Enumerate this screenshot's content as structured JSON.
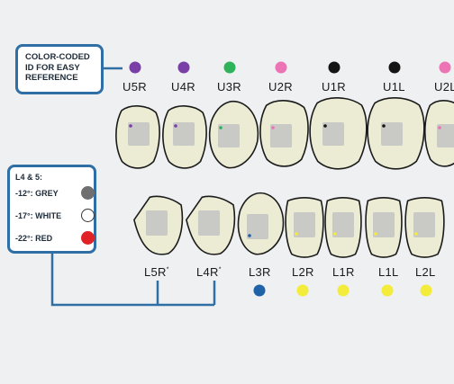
{
  "colors": {
    "purple": "#7a3fa7",
    "green": "#2fb35a",
    "pink": "#ec74b4",
    "black": "#141414",
    "blue": "#1f62a7",
    "yellow": "#f4ec3a",
    "grey": "#6f6f6f",
    "white": "#ffffff",
    "red": "#e02226",
    "line_blue": "#2f6fa6",
    "tooth_fill": "#ecebd3"
  },
  "callout_top": {
    "lines": [
      "COLOR-CODED",
      "ID FOR EASY",
      "REFERENCE"
    ]
  },
  "callout_left": {
    "title": "L4 & 5:",
    "items": [
      {
        "label": "-12°: GREY",
        "color": "#6f6f6f"
      },
      {
        "label": "-17°: WHITE",
        "color": "#ffffff"
      },
      {
        "label": "-22°: RED",
        "color": "#e02226"
      }
    ]
  },
  "upper_teeth": [
    {
      "label": "U5R",
      "dot_color": "#7a3fa7"
    },
    {
      "label": "U4R",
      "dot_color": "#7a3fa7"
    },
    {
      "label": "U3R",
      "dot_color": "#2fb35a"
    },
    {
      "label": "U2R",
      "dot_color": "#ec74b4"
    },
    {
      "label": "U1R",
      "dot_color": "#141414"
    },
    {
      "label": "U1L",
      "dot_color": "#141414"
    },
    {
      "label": "U2L",
      "dot_color": "#ec74b4"
    }
  ],
  "lower_teeth": [
    {
      "label": "L5R",
      "marker": "*",
      "dot_color": null
    },
    {
      "label": "L4R",
      "marker": "*",
      "dot_color": null
    },
    {
      "label": "L3R",
      "marker": "",
      "dot_color": "#1f62a7"
    },
    {
      "label": "L2R",
      "marker": "",
      "dot_color": "#f4ec3a"
    },
    {
      "label": "L1R",
      "marker": "",
      "dot_color": "#f4ec3a"
    },
    {
      "label": "L1L",
      "marker": "",
      "dot_color": "#f4ec3a"
    },
    {
      "label": "L2L",
      "marker": "",
      "dot_color": "#f4ec3a"
    }
  ]
}
